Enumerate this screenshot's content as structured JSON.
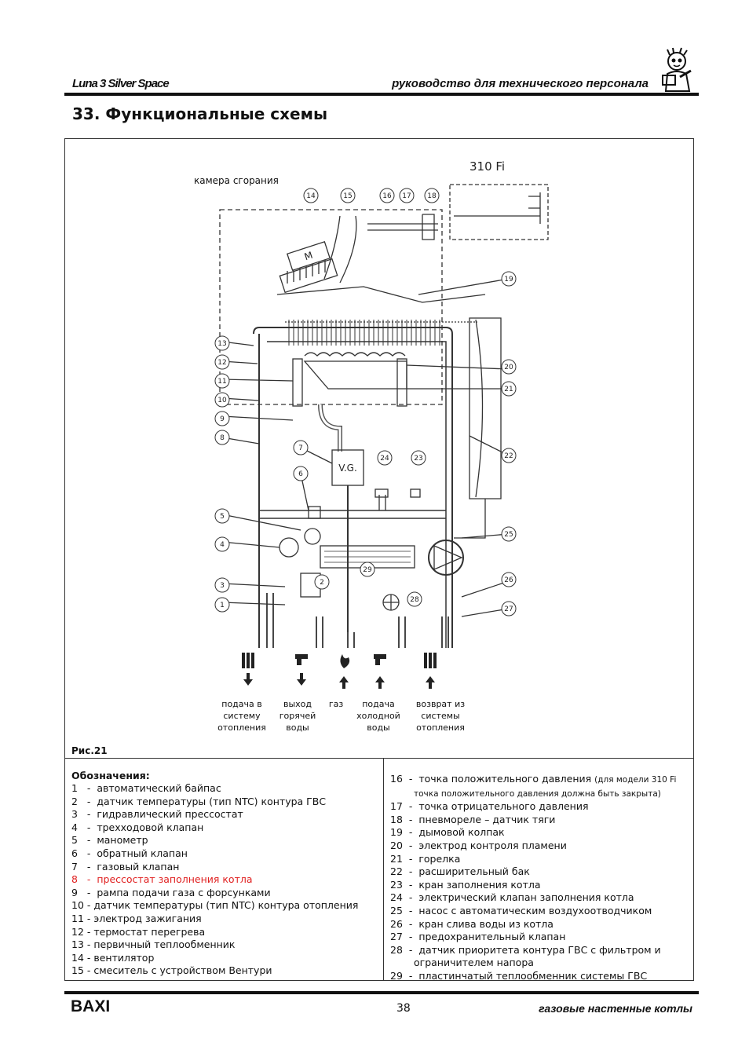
{
  "header": {
    "model": "Luna 3 Silver Space",
    "manual": "руководство для технического персонала"
  },
  "section_title": "33. Функциональные схемы",
  "figure": {
    "model_variant": "310 Fi",
    "chamber_label": "камера сгорания",
    "vg_label": "V.G.",
    "motor_label": "M",
    "callouts": [
      "1",
      "2",
      "3",
      "4",
      "5",
      "6",
      "7",
      "8",
      "9",
      "10",
      "11",
      "12",
      "13",
      "14",
      "15",
      "16",
      "17",
      "18",
      "19",
      "20",
      "21",
      "22",
      "23",
      "24",
      "25",
      "26",
      "27",
      "28",
      "29"
    ],
    "connections": [
      {
        "l1": "подача в",
        "l2": "систему",
        "l3": "отопления"
      },
      {
        "l1": "выход",
        "l2": "горячей",
        "l3": "воды"
      },
      {
        "l1": "газ",
        "l2": "",
        "l3": ""
      },
      {
        "l1": "подача",
        "l2": "холодной",
        "l3": "воды"
      },
      {
        "l1": "возврат из",
        "l2": "системы",
        "l3": "отопления"
      }
    ],
    "caption": "Рис.21"
  },
  "legend": {
    "title": "Обозначения:",
    "left": [
      {
        "num": "1",
        "text": "автоматический байпас"
      },
      {
        "num": "2",
        "text": "датчик температуры (тип NTC) контура ГВС"
      },
      {
        "num": "3",
        "text": "гидравлический прессостат"
      },
      {
        "num": "4",
        "text": "трехходовой клапан"
      },
      {
        "num": "5",
        "text": "манометр"
      },
      {
        "num": "6",
        "text": "обратный клапан"
      },
      {
        "num": "7",
        "text": "газовый клапан"
      },
      {
        "num": "8",
        "text": "прессостат заполнения котла"
      },
      {
        "num": "9",
        "text": "рампа подачи газа с форсунками"
      },
      {
        "num": "10",
        "text": "датчик температуры (тип NTC) контура отопления"
      },
      {
        "num": "11",
        "text": "электрод зажигания"
      },
      {
        "num": "12",
        "text": "термостат перегрева"
      },
      {
        "num": "13",
        "text": "первичный теплообменник"
      },
      {
        "num": "14",
        "text": "вентилятор"
      },
      {
        "num": "15",
        "text": "смеситель с устройством Вентури"
      }
    ],
    "right": [
      {
        "num": "16",
        "text": "точка положительного давления",
        "note": "(для модели 310 Fi",
        "cont": "точка положительного давления должна быть закрыта)"
      },
      {
        "num": "17",
        "text": "точка отрицательного давления"
      },
      {
        "num": "18",
        "text": "пневмореле – датчик тяги"
      },
      {
        "num": "19",
        "text": "дымовой колпак"
      },
      {
        "num": "20",
        "text": "электрод контроля пламени"
      },
      {
        "num": "21",
        "text": "горелка"
      },
      {
        "num": "22",
        "text": "расширительный бак"
      },
      {
        "num": "23",
        "text": "кран заполнения котла"
      },
      {
        "num": "24",
        "text": "электрический клапан заполнения котла"
      },
      {
        "num": "25",
        "text": "насос с автоматическим воздухоотводчиком"
      },
      {
        "num": "26",
        "text": "кран слива воды из котла"
      },
      {
        "num": "27",
        "text": "предохранительный клапан"
      },
      {
        "num": "28",
        "text": "датчик приоритета контура ГВС с фильтром и",
        "cont2": "ограничителем напора"
      },
      {
        "num": "29",
        "text": "пластинчатый теплообменник системы ГВС"
      }
    ]
  },
  "footer": {
    "brand": "BAXI",
    "page": "38",
    "product": "газовые настенные котлы"
  },
  "colors": {
    "accent_red": "#e02020",
    "ink": "#111111"
  }
}
